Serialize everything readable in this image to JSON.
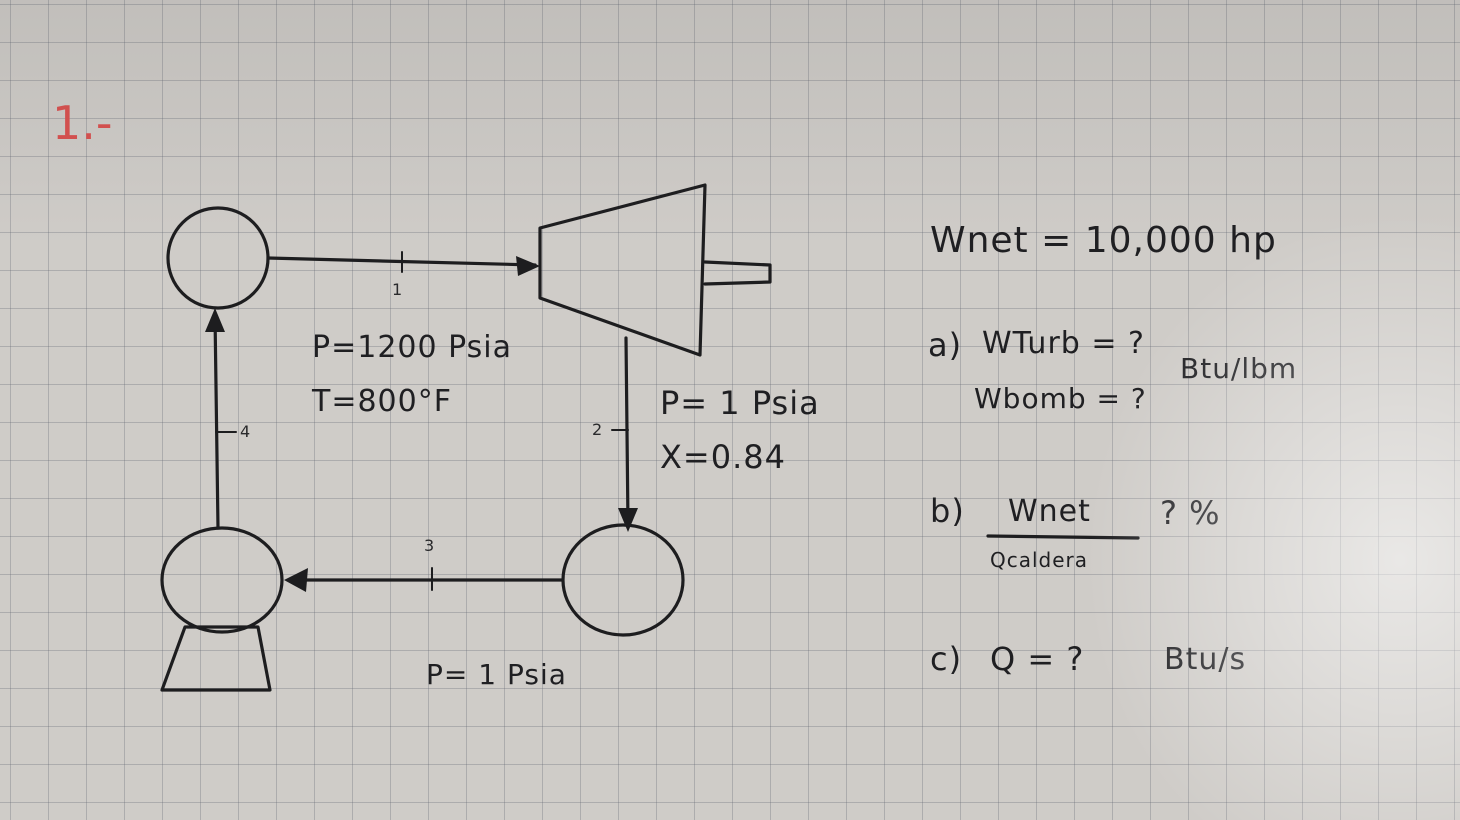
{
  "problem": {
    "number": "1.-",
    "color": "#d9504f"
  },
  "diagram": {
    "state_1": {
      "label": "1",
      "pressure": "P=1200 Psia",
      "temperature": "T=800°F"
    },
    "state_2": {
      "label": "2",
      "pressure": "P= 1 Psia",
      "quality": "X=0.84"
    },
    "state_3": {
      "label": "3",
      "pressure": "P= 1 Psia"
    },
    "state_4": {
      "label": "4"
    }
  },
  "given": {
    "w_net": "Wnet = 10,000 hp"
  },
  "questions": {
    "a": {
      "label": "a)",
      "w_turb": "WTurb = ?",
      "w_bomb": "Wbomb = ?",
      "unit": "Btu/lbm"
    },
    "b": {
      "label": "b)",
      "numerator": "Wnet",
      "denominator": "Qcaldera",
      "answer": "? %"
    },
    "c": {
      "label": "c)",
      "q": "Q = ?",
      "unit": "Btu/s"
    }
  }
}
